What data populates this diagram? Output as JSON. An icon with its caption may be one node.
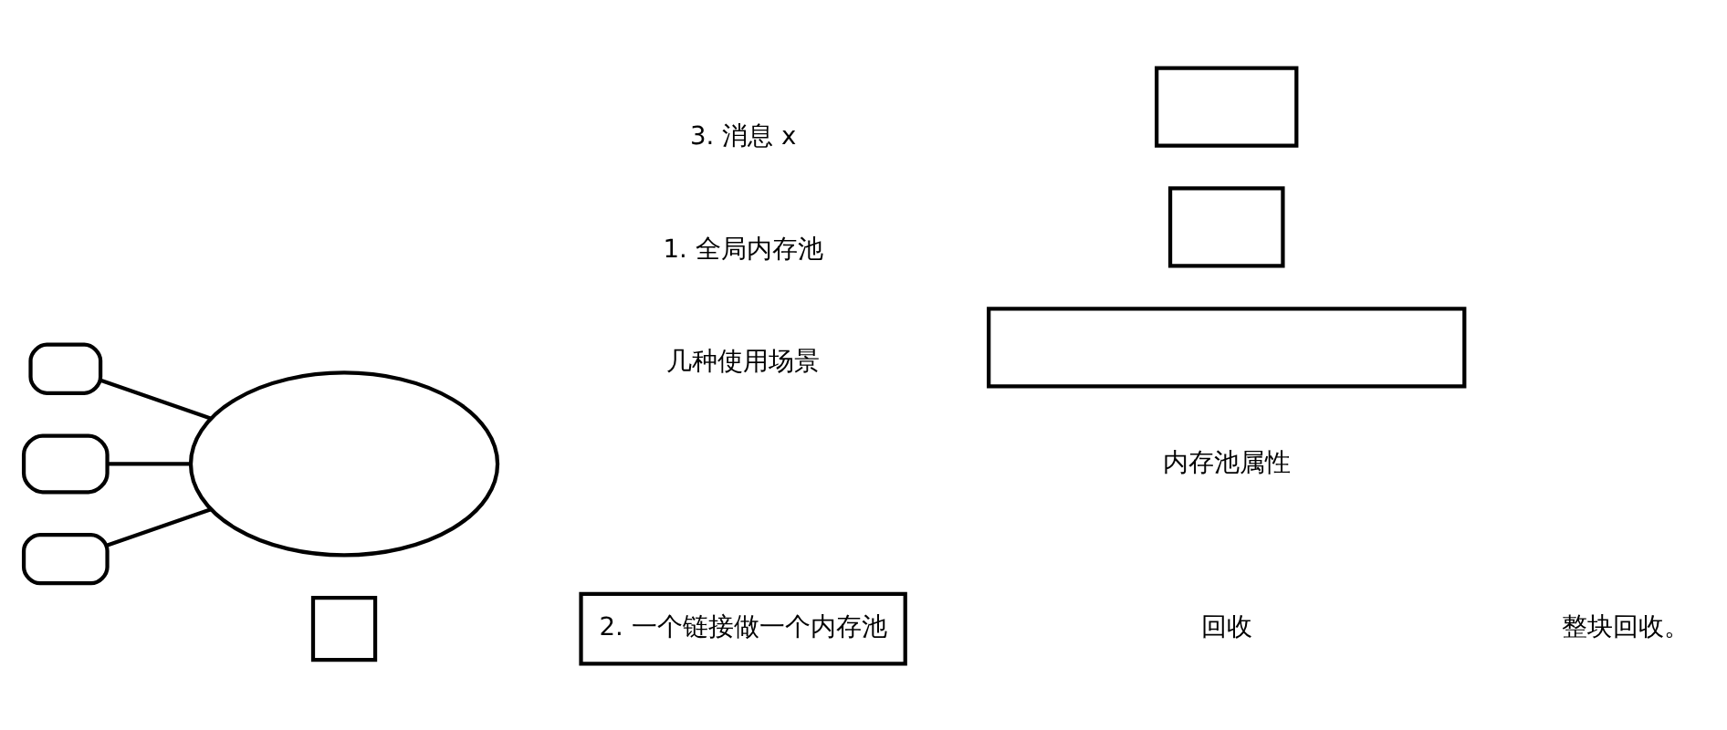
{
  "diagram": {
    "nodes": [
      {
        "text": [],
        "shape": "box"
      },
      {
        "text": [
          "2. 一个链接做一个内存池"
        ]
      },
      {
        "text": [],
        "shape": "ellipse"
      },
      {
        "text": [],
        "shape": "box"
      },
      {
        "text": [],
        "shape": "box"
      },
      {
        "text": [],
        "shape": "box"
      },
      {
        "text": [],
        "shape": "box"
      },
      {
        "text": [],
        "shape": "box"
      },
      {
        "text": [],
        "shape": "box"
      }
    ],
    "edges": [
      {
        "from": 3,
        "to": 2,
        "arrow": "none"
      },
      {
        "from": 4,
        "to": 2,
        "arrow": "none"
      },
      {
        "from": 5,
        "to": 2,
        "arrow": "none"
      }
    ],
    "labels": [
      "几种使用场景",
      "1. 全局内存池",
      "3. 消息 x",
      "回收",
      "整块回收。",
      "内存池属性"
    ]
  }
}
